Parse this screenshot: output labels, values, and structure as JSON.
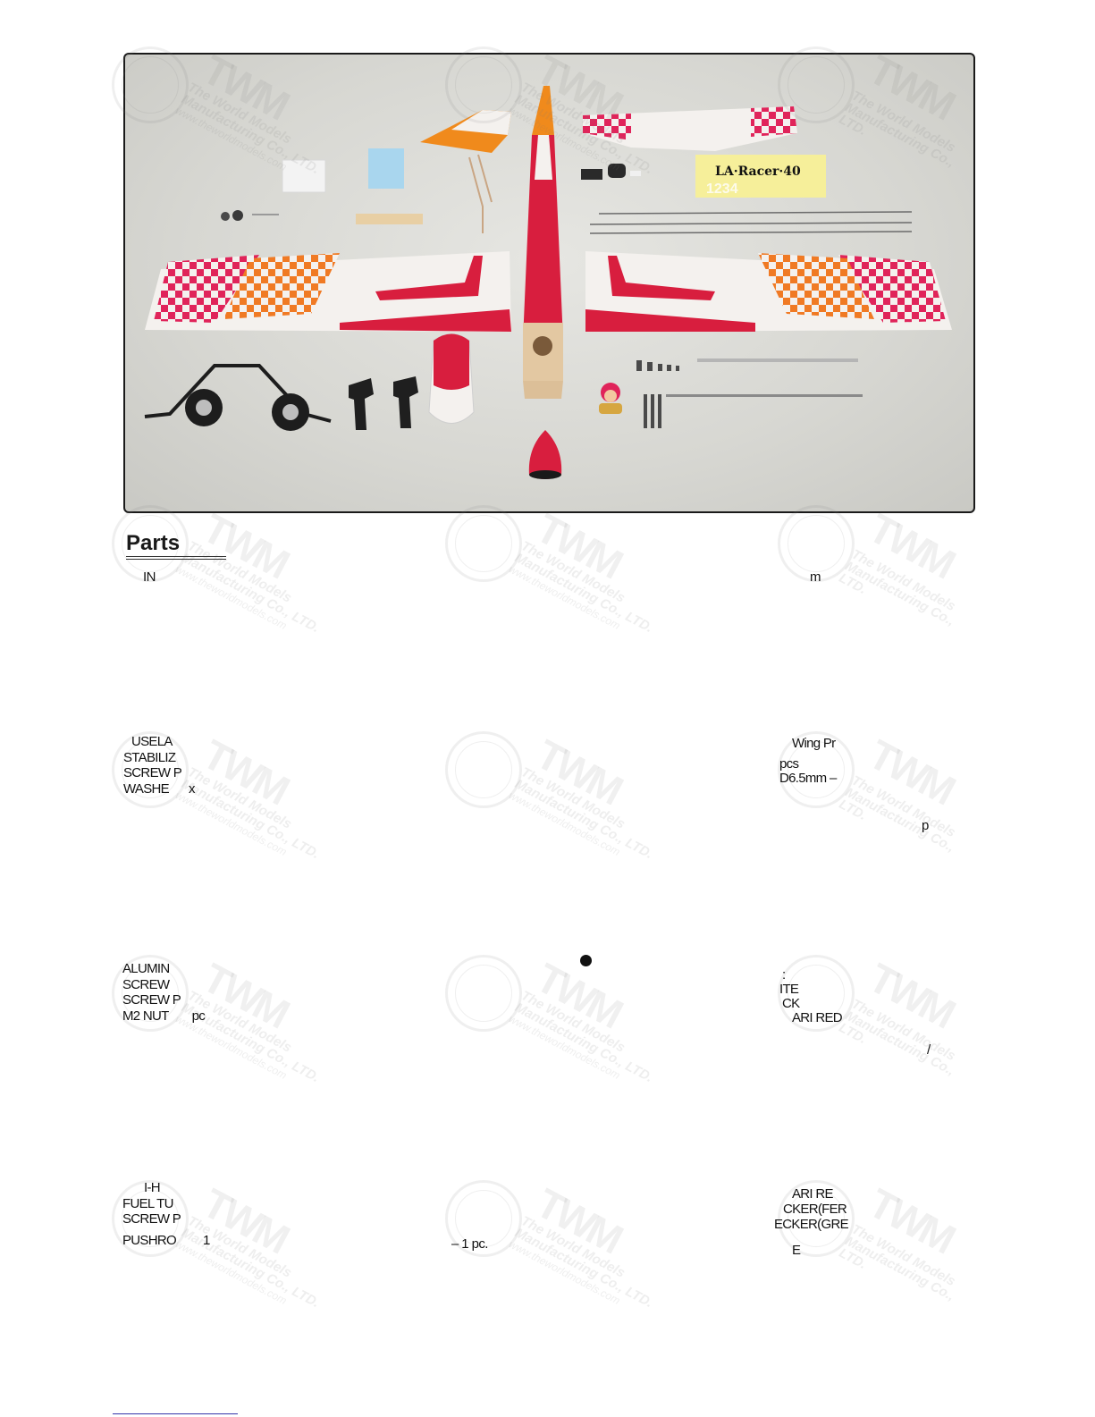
{
  "heading": "Parts",
  "fragments": {
    "intro_left": "IN",
    "intro_right": "m",
    "c1_right_p": "p",
    "c2_slash": "/",
    "c3_mid": "– 1 pc.",
    "c3_one": "1"
  },
  "col1_group1": [
    "USELA",
    "STABILIZ",
    "SCREW P",
    "WASHE"
  ],
  "col1_group1_x": "x",
  "col3_group1": [
    "Wing Pr",
    "",
    "pcs",
    "D6.5mm –"
  ],
  "col1_group2": [
    "ALUMIN",
    "SCREW",
    "SCREW P",
    "M2 NUT"
  ],
  "col1_group2_pc": "pc",
  "col3_group2": [
    ":",
    "ITE",
    "CK",
    "ARI RED"
  ],
  "col1_group3": [
    "I-H",
    "FUEL TU",
    "SCREW P",
    "",
    "PUSHRO"
  ],
  "col3_group3": [
    "ARI RE",
    "CKER(FER",
    "ECKER(GRE",
    "",
    "E"
  ],
  "watermark": {
    "company_line1": "The World Models",
    "company_line2": "Manufacturing Co., LTD.",
    "url": "www.theworldmodels.com",
    "logo": "TWM"
  }
}
